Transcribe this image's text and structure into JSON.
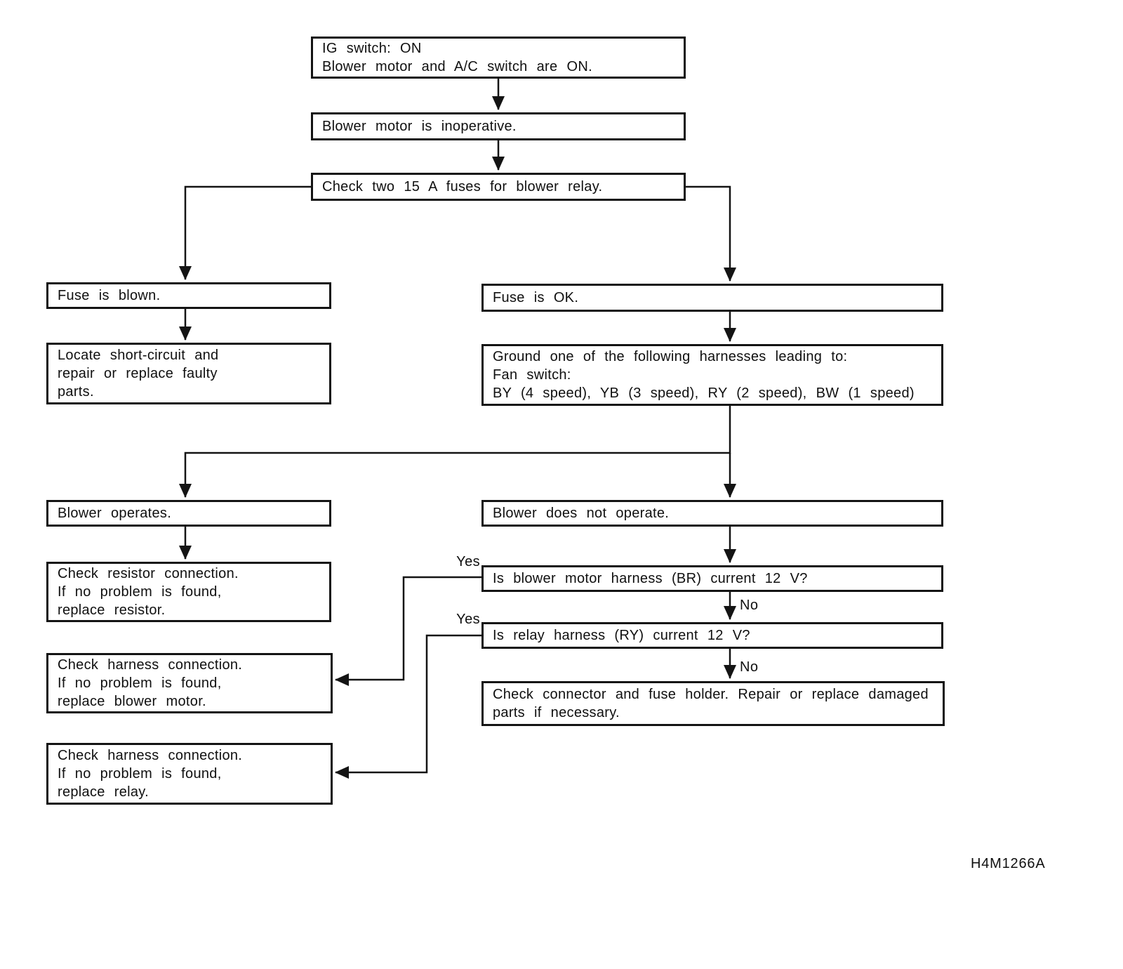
{
  "diagram": {
    "type": "flowchart",
    "figure_code": "H4M1266A",
    "ink_color": "#141414",
    "background_color": "#ffffff",
    "edge_labels": {
      "yes_blower_motor": "Yes",
      "yes_relay": "Yes",
      "no_blower_motor": "No",
      "no_relay": "No"
    },
    "nodes": {
      "start": {
        "lines": [
          "IG switch: ON",
          "Blower motor and A/C switch are ON."
        ]
      },
      "symptom": {
        "lines": [
          "Blower motor is inoperative."
        ]
      },
      "check_fuses": {
        "lines": [
          "Check two 15 A fuses for blower relay."
        ]
      },
      "fuse_blown": {
        "lines": [
          "Fuse is blown."
        ]
      },
      "locate_short_circuit": {
        "lines": [
          "Locate short-circuit and",
          "repair or replace faulty",
          "parts."
        ]
      },
      "fuse_ok": {
        "lines": [
          "Fuse is OK."
        ]
      },
      "ground_harness": {
        "lines": [
          "Ground one of the following harnesses leading to:",
          "Fan switch:",
          "BY (4 speed), YB (3 speed), RY (2 speed), BW (1 speed)"
        ]
      },
      "blower_operates": {
        "lines": [
          "Blower operates."
        ]
      },
      "blower_does_not_operate": {
        "lines": [
          "Blower does not operate."
        ]
      },
      "check_resistor": {
        "lines": [
          "Check resistor connection.",
          "If no problem is found,",
          "replace resistor."
        ]
      },
      "q_blower_motor_harness": {
        "lines": [
          "Is blower motor harness (BR) current 12 V?"
        ]
      },
      "q_relay_harness": {
        "lines": [
          "Is relay harness (RY) current 12 V?"
        ]
      },
      "check_harness_blower_motor": {
        "lines": [
          "Check harness connection.",
          "If no problem is found,",
          "replace blower motor."
        ]
      },
      "check_connector_fuse_holder": {
        "lines": [
          "Check connector and fuse holder. Repair or replace damaged",
          "parts if necessary."
        ]
      },
      "check_harness_relay": {
        "lines": [
          "Check harness connection.",
          "If no problem is found,",
          "replace relay."
        ]
      }
    }
  }
}
